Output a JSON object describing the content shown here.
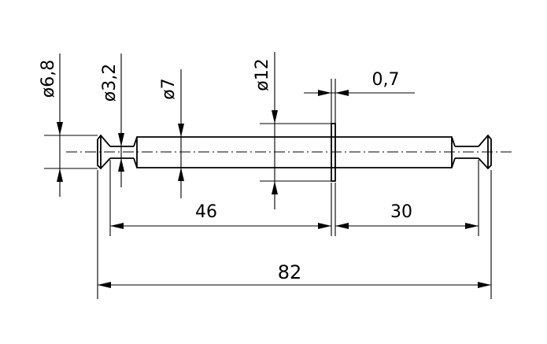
{
  "dimensions": {
    "diameter_head": "ø6,8",
    "diameter_neck": "ø3,2",
    "diameter_shaft": "ø7",
    "diameter_flange": "ø12",
    "flange_thickness": "0,7",
    "length_left": "46",
    "length_right": "30",
    "length_total": "82"
  }
}
